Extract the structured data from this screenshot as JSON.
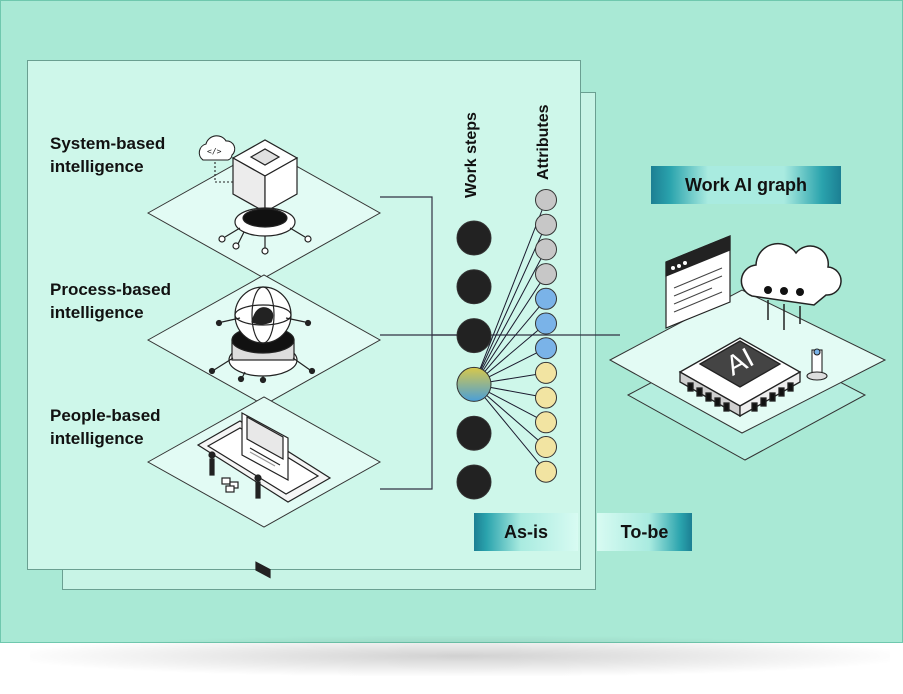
{
  "layers": [
    {
      "label": "System-based\nintelligence"
    },
    {
      "label": "Process-based\nintelligence"
    },
    {
      "label": "People-based\nintelligence"
    }
  ],
  "columns": {
    "work_steps": "Work steps",
    "attributes": "Attributes"
  },
  "tags": {
    "graph": "Work AI graph",
    "as_is": "As-is",
    "to_be": "To-be"
  },
  "chip_label": "AI",
  "work_steps_count": 6,
  "highlighted_step": 3,
  "attributes": [
    "gray",
    "gray",
    "gray",
    "gray",
    "blue",
    "blue",
    "blue",
    "yellow",
    "yellow",
    "yellow",
    "yellow",
    "yellow"
  ],
  "colors": {
    "background": "#a9e9d5",
    "panel": "#cef7ea",
    "step_dark": "#222222",
    "attr_gray": "#c7c7c7",
    "attr_blue": "#7ab3e8",
    "attr_yellow": "#f2e4a2",
    "tag_dark": "#1c7f93"
  }
}
